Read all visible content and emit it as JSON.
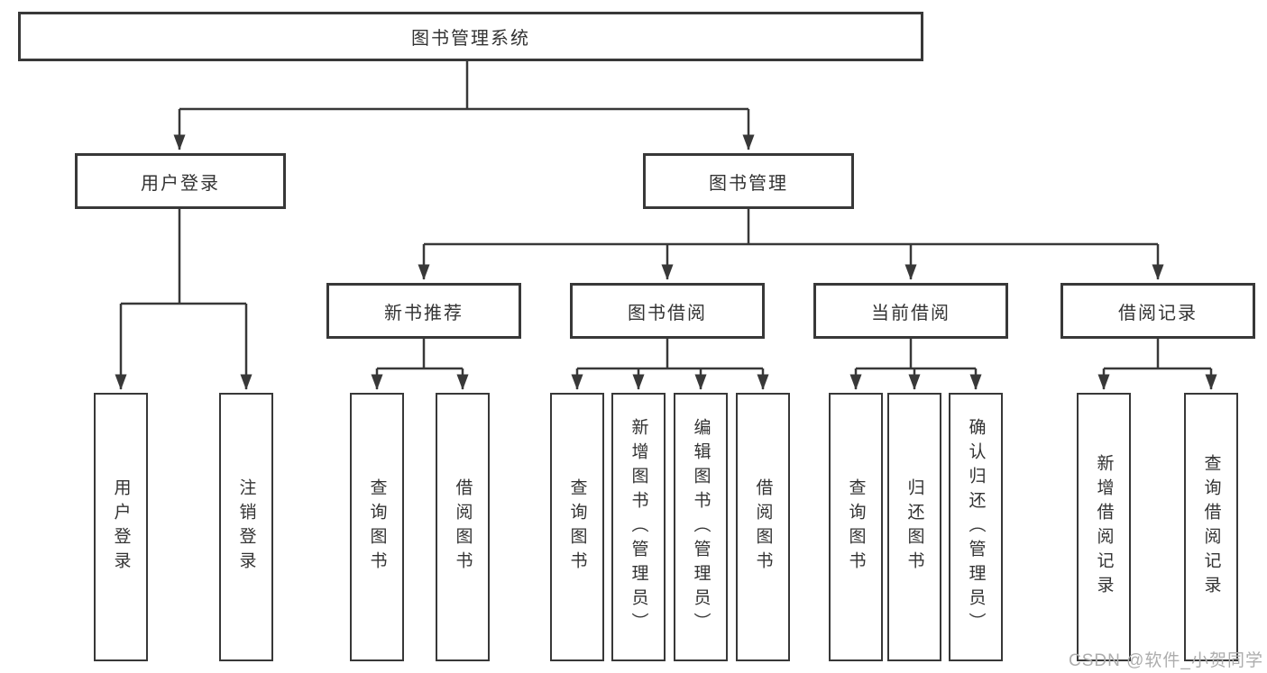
{
  "diagram": {
    "root": {
      "label": "图书管理系统"
    },
    "level2": [
      {
        "label": "用户登录"
      },
      {
        "label": "图书管理"
      }
    ],
    "level3": [
      {
        "label": "新书推荐",
        "parent": "图书管理"
      },
      {
        "label": "图书借阅",
        "parent": "图书管理"
      },
      {
        "label": "当前借阅",
        "parent": "图书管理"
      },
      {
        "label": "借阅记录",
        "parent": "图书管理"
      }
    ],
    "leaves": [
      {
        "label": "用户登录",
        "parent": "用户登录"
      },
      {
        "label": "注销登录",
        "parent": "用户登录"
      },
      {
        "label": "查询图书",
        "parent": "新书推荐"
      },
      {
        "label": "借阅图书",
        "parent": "新书推荐"
      },
      {
        "label": "查询图书",
        "parent": "图书借阅"
      },
      {
        "label": "新增图书（管理员）",
        "parent": "图书借阅"
      },
      {
        "label": "编辑图书（管理员）",
        "parent": "图书借阅"
      },
      {
        "label": "借阅图书",
        "parent": "图书借阅"
      },
      {
        "label": "查询图书",
        "parent": "当前借阅"
      },
      {
        "label": "归还图书",
        "parent": "当前借阅"
      },
      {
        "label": "确认归还（管理员）",
        "parent": "当前借阅"
      },
      {
        "label": "新增借阅记录",
        "parent": "借阅记录"
      },
      {
        "label": "查询借阅记录",
        "parent": "借阅记录"
      }
    ]
  },
  "watermark": "CSDN @软件_小贺同学",
  "colors": {
    "line": "#383838",
    "box_border": "#383838",
    "box_fill": "#ffffff",
    "text": "#333333",
    "watermark": "#adadad"
  }
}
